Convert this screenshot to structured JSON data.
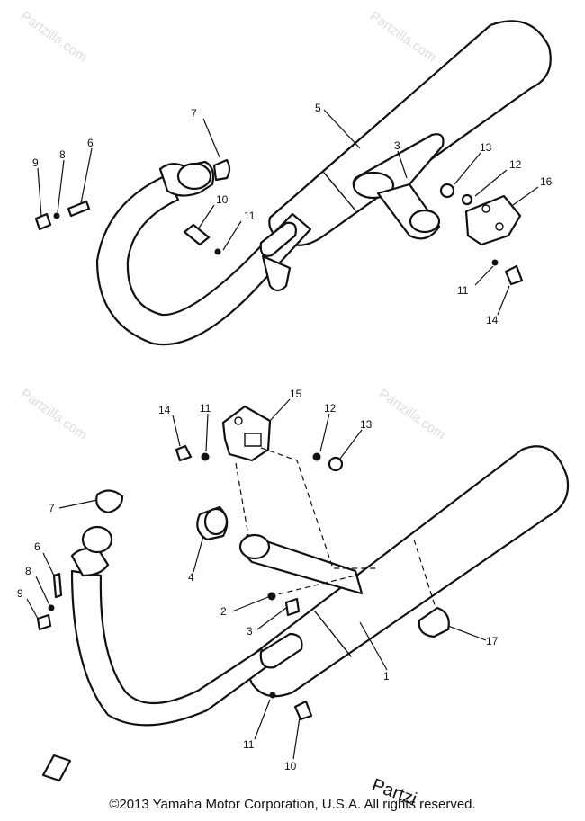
{
  "watermarks": {
    "site": "Partzilla.com",
    "corner": "Partzi"
  },
  "copyright": "©2013 Yamaha Motor Corporation, U.S.A. All rights reserved.",
  "callouts": {
    "upper": {
      "c5": "5",
      "c7": "7",
      "c6": "6",
      "c8": "8",
      "c9": "9",
      "c10": "10",
      "c11a": "11",
      "c3": "3",
      "c13": "13",
      "c12": "12",
      "c16": "16",
      "c11b": "11",
      "c14": "14"
    },
    "lower": {
      "c14": "14",
      "c11a": "11",
      "c15": "15",
      "c12": "12",
      "c13": "13",
      "c7": "7",
      "c6": "6",
      "c8": "8",
      "c9": "9",
      "c4": "4",
      "c2": "2",
      "c3": "3",
      "c1": "1",
      "c17": "17",
      "c11b": "11",
      "c10": "10"
    }
  }
}
